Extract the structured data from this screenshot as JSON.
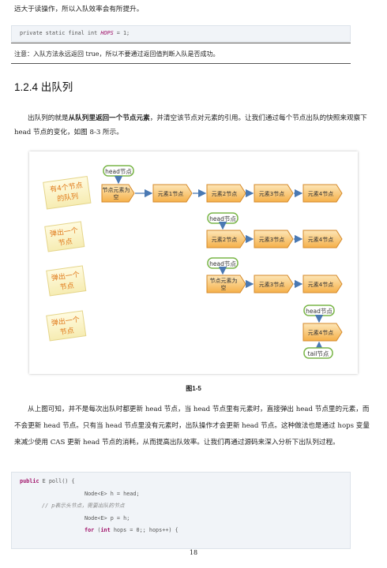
{
  "top_text": "远大于读操作，所以入队效率会有所提升。",
  "code1": {
    "prefix": "private static final int ",
    "name": "HOPS",
    "suffix": " = 1;"
  },
  "note": "注意：入队方法永远返回 true，所以不要通过返回值判断入队是否成功。",
  "section_title": "1.2.4  出队列",
  "para1": {
    "a": "出队列的就是",
    "b": "从队列里返回一个节点元素",
    "c": "，并清空该节点对元素的引用。让我们通过每个节点出队的快照来观察下 head 节点的变化，如图 8-3 所示。"
  },
  "figure": {
    "left_labels": [
      "有4个节点的队列",
      "弹出一个节点",
      "弹出一个节点",
      "弹出一个节点"
    ],
    "rows": [
      {
        "head": "head节点",
        "nodes": [
          "节点元素为空",
          "元素1节点",
          "元素2节点",
          "元素3节点",
          "元素4节点"
        ]
      },
      {
        "head": "head节点",
        "nodes": [
          "元素2节点",
          "元素3节点",
          "元素4节点"
        ]
      },
      {
        "head": "head节点",
        "nodes": [
          "节点元素为空",
          "元素3节点",
          "元素4节点"
        ]
      },
      {
        "head": "head节点",
        "nodes": [
          "元素4节点"
        ],
        "tail": "tail节点"
      }
    ]
  },
  "caption": "图1-5",
  "para2": "从上图可知，并不是每次出队时都更新 head 节点，当 head 节点里有元素时，直接弹出 head 节点里的元素，而不会更新 head 节点。只有当 head 节点里没有元素时，出队操作才会更新 head 节点。这种做法也是通过 hops 变量来减少使用 CAS 更新 head 节点的消耗，从而提高出队效率。让我们再通过源码来深入分析下出队列过程。",
  "code2": {
    "l1_kw": "public",
    "l1_rest": " E poll() {",
    "l2": "Node<E> h = head;",
    "l3": "// p表示头节点，需要出队的节点",
    "l4": "Node<E> p = h;",
    "l5_kw": "for",
    "l5_mid": " (",
    "l5_kw2": "int",
    "l5_rest": " hops = 0;; hops++) {"
  },
  "page_number": "18"
}
